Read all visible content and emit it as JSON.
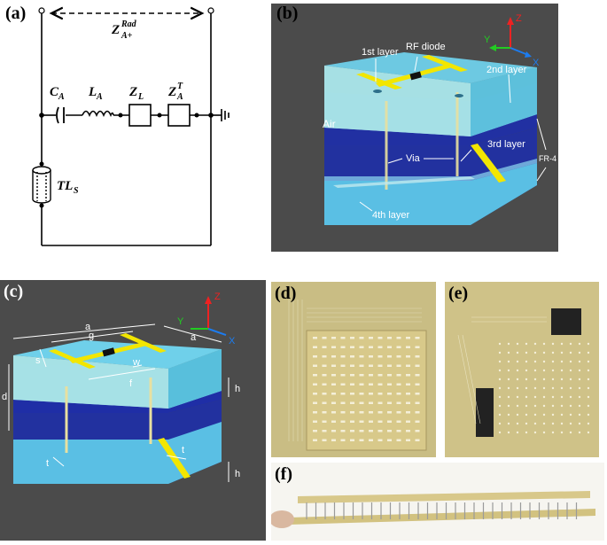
{
  "panels": {
    "a": "(a)",
    "b": "(b)",
    "c": "(c)",
    "d": "(d)",
    "e": "(e)",
    "f": "(f)"
  },
  "circuit": {
    "z_rad": "Z",
    "z_rad_sup": "Rad",
    "z_rad_sub": "A+",
    "ca": "C",
    "ca_sub": "A",
    "la": "L",
    "la_sub": "A",
    "zl": "Z",
    "zl_sub": "L",
    "zat": "Z",
    "zat_sub": "A",
    "zat_sup": "T",
    "tl": "TL",
    "tl_sub": "S"
  },
  "diagram_b": {
    "layer1": "1st layer",
    "diode": "RF diode",
    "layer2": "2nd layer",
    "air": "Air",
    "layer3": "3rd layer",
    "fr4": "FR-4",
    "via": "Via",
    "layer4": "4th layer",
    "axis_z": "Z",
    "axis_y": "Y",
    "axis_x": "X"
  },
  "diagram_c": {
    "a_top": "a",
    "a_side": "a",
    "g": "g",
    "s": "s",
    "w": "w",
    "f": "f",
    "d": "d",
    "h_top": "h",
    "h_bottom": "h",
    "t_left": "t",
    "t_right": "t",
    "axis_z": "Z",
    "axis_y": "Y",
    "axis_x": "X"
  },
  "colors": {
    "cyan": "#5fc8e6",
    "dark_blue": "#1c2a9c",
    "yellow": "#f2e600",
    "board": "#d9c98a",
    "background_gray": "#4a4a4a"
  }
}
